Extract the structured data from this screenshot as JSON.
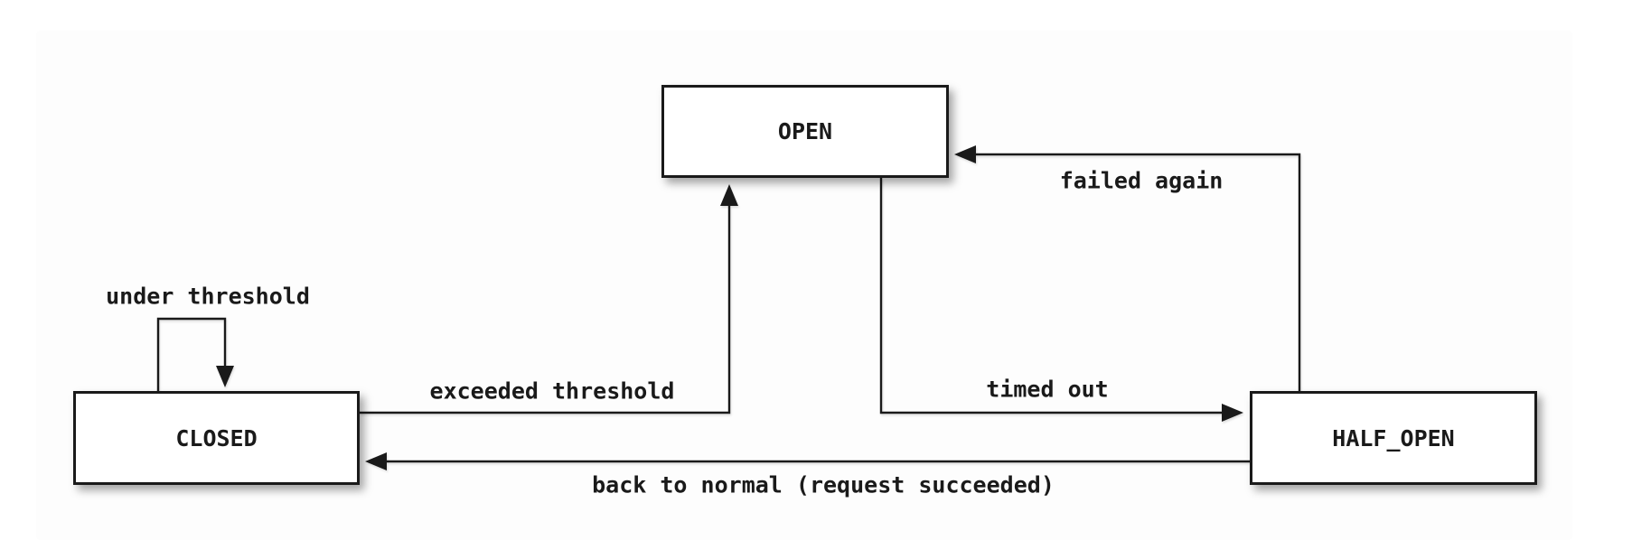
{
  "diagram": {
    "type": "state-diagram",
    "nodes": [
      {
        "id": "open",
        "label": "OPEN"
      },
      {
        "id": "closed",
        "label": "CLOSED"
      },
      {
        "id": "half_open",
        "label": "HALF_OPEN"
      }
    ],
    "transitions": [
      {
        "from": "closed",
        "to": "closed",
        "label": "under threshold"
      },
      {
        "from": "closed",
        "to": "open",
        "label": "exceeded threshold"
      },
      {
        "from": "open",
        "to": "half_open",
        "label": "timed out"
      },
      {
        "from": "half_open",
        "to": "open",
        "label": "failed again"
      },
      {
        "from": "half_open",
        "to": "closed",
        "label": "back to normal (request succeeded)"
      }
    ],
    "colors": {
      "line": "#1a1a1a",
      "node_fill": "#ffffff",
      "node_border": "#1a1a1a",
      "panel_background": "#fdfdfd",
      "page_background": "#ffffff"
    }
  }
}
